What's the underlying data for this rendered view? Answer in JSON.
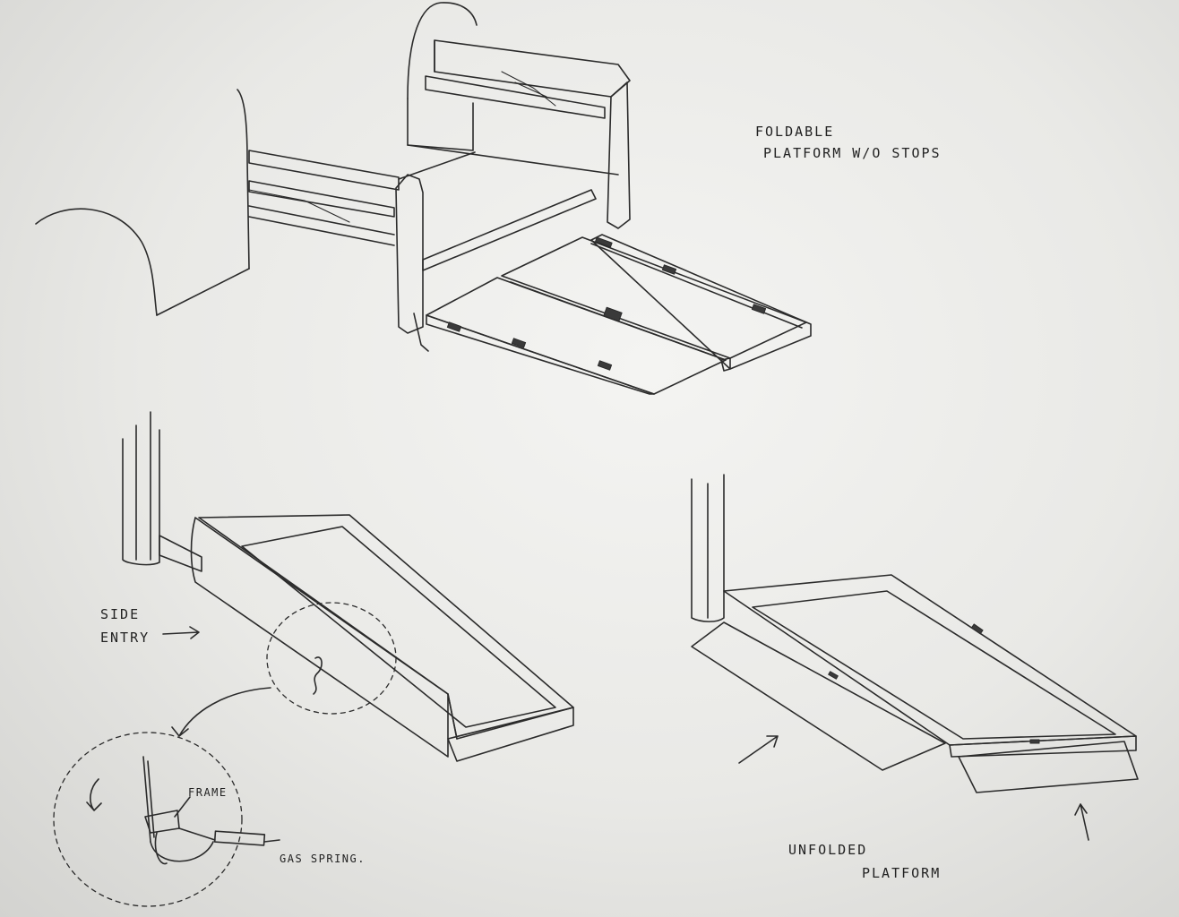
{
  "annotations": {
    "top_title_line1": "FOLDABLE",
    "top_title_line2": "PLATFORM W/O STOPS",
    "side_entry_line1": "SIDE",
    "side_entry_line2": "ENTRY",
    "frame": "FRAME",
    "gas_spring": "GAS SPRING.",
    "unfolded_line1": "UNFOLDED",
    "unfolded_line2": "PLATFORM"
  }
}
